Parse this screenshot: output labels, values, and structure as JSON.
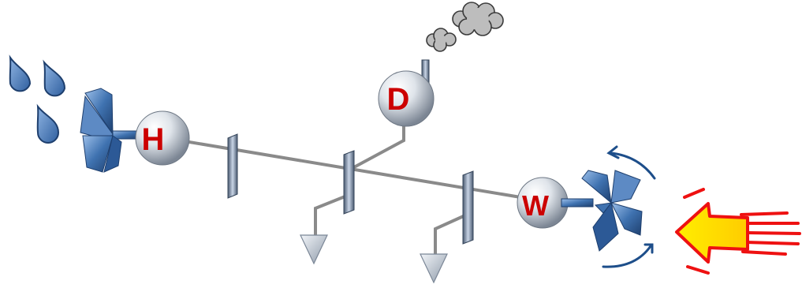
{
  "nodes": {
    "h": {
      "label": "H"
    },
    "d": {
      "label": "D"
    },
    "w": {
      "label": "W"
    }
  },
  "icons": {
    "water": "water-drops-icon",
    "smoke": "smoke-cloud-icon",
    "heat": "heat-arrow-icon",
    "rotation": "rotation-arrows-icon",
    "ground": "ground-arrow-icon"
  },
  "colors": {
    "node_letter": "#cc0000",
    "shaft": "#8a8a8a",
    "turbine_blue": "#3f72b0",
    "drop_blue": "#4f84c4",
    "cloud_gray": "#bdbdbd",
    "heat_red": "#ee1111",
    "heat_yellow": "#ffee00"
  }
}
